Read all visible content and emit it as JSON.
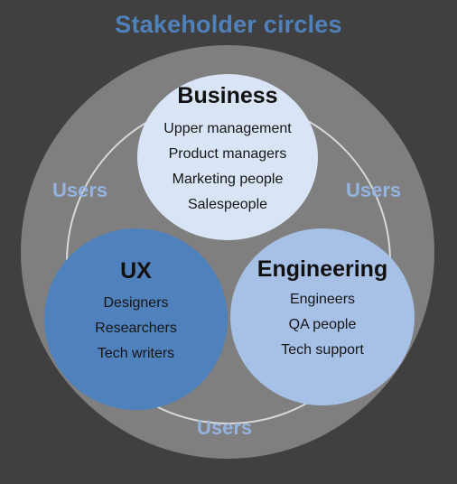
{
  "diagram": {
    "title": "Stakeholder circles",
    "colors": {
      "background": "#404040",
      "outer_circle": "#7f7f7f",
      "ring": "#d8d8d8",
      "title": "#4f81bd",
      "users_label": "#95b3df",
      "business_fill": "#d9e5f6",
      "ux_fill": "#4f81bd",
      "engineering_fill": "#a7c0e6"
    },
    "circles": [
      {
        "label": "Business",
        "items": [
          "Upper management",
          "Product managers",
          "Marketing people",
          "Salespeople"
        ]
      },
      {
        "label": "UX",
        "items": [
          "Designers",
          "Researchers",
          "Tech writers"
        ]
      },
      {
        "label": "Engineering",
        "items": [
          "Engineers",
          "QA people",
          "Tech support"
        ]
      }
    ],
    "users_labels": [
      "Users",
      "Users",
      "Users"
    ]
  }
}
